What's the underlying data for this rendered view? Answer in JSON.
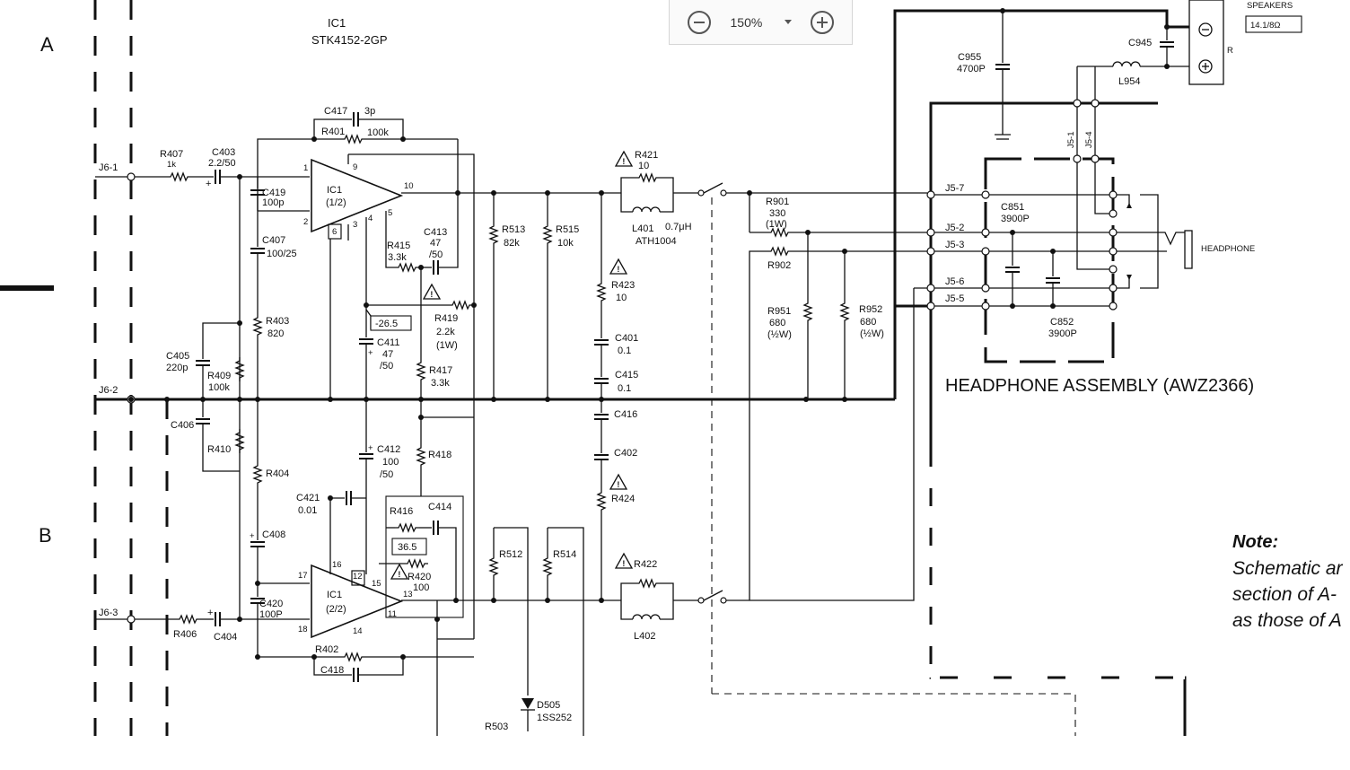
{
  "toolbar": {
    "zoom_out_icon": "minus-circle-icon",
    "zoom_value": "150%",
    "zoom_in_icon": "plus-circle-icon"
  },
  "sections": {
    "a": "A",
    "b": "B"
  },
  "ic": {
    "name": "IC1",
    "part": "STK4152-2GP",
    "half1": "IC1",
    "half1_sub": "(1/2)",
    "half2": "IC1",
    "half2_sub": "(2/2)"
  },
  "pins": {
    "p1": "1",
    "p2": "2",
    "p3": "3",
    "p4": "4",
    "p5": "5",
    "p6": "6",
    "p9": "9",
    "p10": "10",
    "p11": "11",
    "p12": "12",
    "p13": "13",
    "p14": "14",
    "p15": "15",
    "p16": "16",
    "p17": "17",
    "p18": "18"
  },
  "connectors": {
    "j6_1": "J6-1",
    "j6_2": "J6-2",
    "j6_3": "J6-3",
    "j5_7": "J5-7",
    "j5_2": "J5-2",
    "j5_3": "J5-3",
    "j5_6": "J5-6",
    "j5_5": "J5-5",
    "j5_1": "J5-1",
    "j5_4": "J5-4"
  },
  "components": {
    "r407": "R407",
    "r407_v": "1k",
    "c403": "C403",
    "c403_v": "2.2/50",
    "c419": "C419",
    "c419_v": "100p",
    "c417": "C417",
    "c417_v": "3p",
    "r401": "R401",
    "r401_v": "100k",
    "c407": "C407",
    "c407_v": "100/25",
    "r403": "R403",
    "r403_v": "820",
    "c405": "C405",
    "c405_v": "220p",
    "r409": "R409",
    "r409_v": "100k",
    "c406": "C406",
    "r410": "R410",
    "r404": "R404",
    "c408": "C408",
    "c420": "C420",
    "c420_v": "100P",
    "r406": "R406",
    "c404": "C404",
    "r402": "R402",
    "c418": "C418",
    "r415": "R415",
    "r415_v": "3.3k",
    "c413": "C413",
    "c413_v": "47",
    "c413_v2": "/50",
    "r419": "R419",
    "r419_v": "2.2k",
    "r419_w": "(1W)",
    "v1": "-26.5",
    "c411": "C411",
    "c411_v": "47",
    "c411_v2": "/50",
    "r417": "R417",
    "r417_v": "3.3k",
    "c412": "C412",
    "c412_v": "100",
    "c412_v2": "/50",
    "r418": "R418",
    "c421": "C421",
    "c421_v": "0.01",
    "r416": "R416",
    "c414": "C414",
    "v2": "36.5",
    "r420": "R420",
    "r420_v": "100",
    "r513": "R513",
    "r513_v": "82k",
    "r515": "R515",
    "r515_v": "10k",
    "r512": "R512",
    "r514": "R514",
    "r421": "R421",
    "r421_v": "10",
    "l401": "L401",
    "l401_v": "0.7μH",
    "l401_p": "ATH1004",
    "r423": "R423",
    "r423_v": "10",
    "c401": "C401",
    "c401_v": "0.1",
    "c415": "C415",
    "c415_v": "0.1",
    "c416": "C416",
    "c402": "C402",
    "r424": "R424",
    "r422": "R422",
    "l402": "L402",
    "d505": "D505",
    "d505_p": "1SS252",
    "r503": "R503",
    "r901": "R901",
    "r901_v": "330",
    "r901_w": "(1W)",
    "r902": "R902",
    "r951": "R951",
    "r951_v": "680",
    "r951_w": "(½W)",
    "r952": "R952",
    "r952_v": "680",
    "r952_w": "(½W)",
    "c955": "C955",
    "c955_v": "4700P",
    "c945": "C945",
    "l954": "L954",
    "c851": "C851",
    "c851_v": "3900P",
    "c852": "C852",
    "c852_v": "3900P",
    "speakers": "SPEAKERS",
    "speakers_v": "14.1/8Ω",
    "r_ch": "R",
    "headphone": "HEADPHONE"
  },
  "assembly_title": "HEADPHONE ASSEMBLY (AWZ2366)",
  "note": {
    "title": "Note:",
    "line1": "Schematic ar",
    "line2": "section of A-",
    "line3": "as those of A"
  }
}
